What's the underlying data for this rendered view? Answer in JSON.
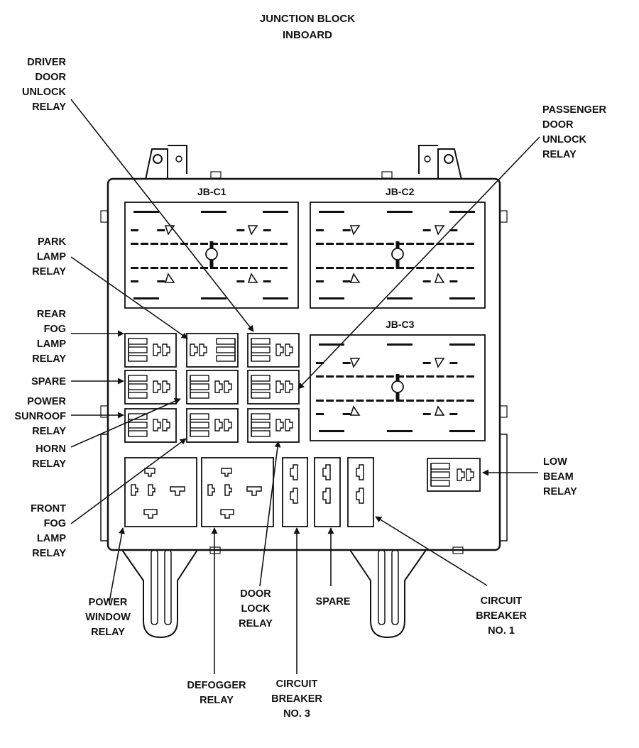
{
  "title": [
    "JUNCTION BLOCK",
    "INBOARD"
  ],
  "connectors": {
    "jb_c1": "JB-C1",
    "jb_c2": "JB-C2",
    "jb_c3": "JB-C3"
  },
  "labels": {
    "driver_door_unlock_relay": [
      "DRIVER",
      "DOOR",
      "UNLOCK",
      "RELAY"
    ],
    "passenger_door_unlock_relay": [
      "PASSENGER",
      "DOOR",
      "UNLOCK",
      "RELAY"
    ],
    "park_lamp_relay": [
      "PARK",
      "LAMP",
      "RELAY"
    ],
    "rear_fog_lamp_relay": [
      "REAR",
      "FOG",
      "LAMP",
      "RELAY"
    ],
    "spare_left": [
      "SPARE"
    ],
    "power_sunroof_relay": [
      "POWER",
      "SUNROOF",
      "RELAY"
    ],
    "horn_relay": [
      "HORN",
      "RELAY"
    ],
    "front_fog_lamp_relay": [
      "FRONT",
      "FOG",
      "LAMP",
      "RELAY"
    ],
    "low_beam_relay": [
      "LOW",
      "BEAM",
      "RELAY"
    ],
    "power_window_relay": [
      "POWER",
      "WINDOW",
      "RELAY"
    ],
    "defogger_relay": [
      "DEFOGGER",
      "RELAY"
    ],
    "door_lock_relay": [
      "DOOR",
      "LOCK",
      "RELAY"
    ],
    "circuit_breaker_3": [
      "CIRCUIT",
      "BREAKER",
      "NO. 3"
    ],
    "spare_bottom": [
      "SPARE"
    ],
    "circuit_breaker_1": [
      "CIRCUIT",
      "BREAKER",
      "NO. 1"
    ]
  }
}
